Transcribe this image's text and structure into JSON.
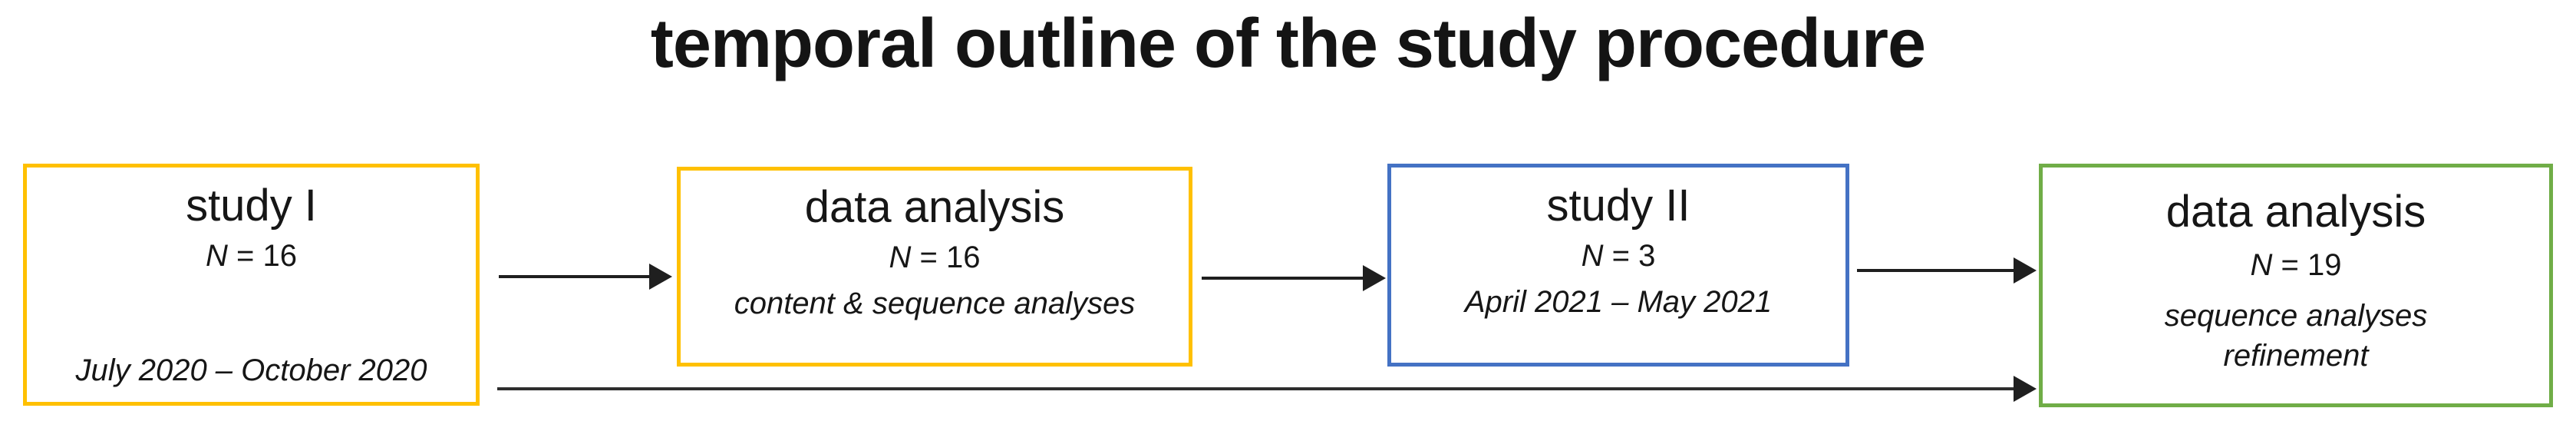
{
  "title": "temporal outline of the study procedure",
  "diagram": {
    "boxes": [
      {
        "id": "study-1",
        "heading": "study I",
        "n_symbol": "N",
        "n_rest": " = 16",
        "details": [
          "July 2020 – October 2020"
        ],
        "border_color": "#FFC000"
      },
      {
        "id": "data-analysis-1",
        "heading": "data analysis",
        "n_symbol": "N",
        "n_rest": " = 16",
        "details": [
          "content & sequence analyses"
        ],
        "border_color": "#FFC000"
      },
      {
        "id": "study-2",
        "heading": "study II",
        "n_symbol": "N",
        "n_rest": " = 3",
        "details": [
          "April 2021 – May 2021"
        ],
        "border_color": "#4472C4"
      },
      {
        "id": "data-analysis-2",
        "heading": "data analysis",
        "n_symbol": "N",
        "n_rest": " = 19",
        "details": [
          "sequence analyses",
          "refinement"
        ],
        "border_color": "#70AD47"
      }
    ],
    "connections": [
      {
        "from": "study-1",
        "to": "data-analysis-1"
      },
      {
        "from": "data-analysis-1",
        "to": "study-2"
      },
      {
        "from": "study-2",
        "to": "data-analysis-2"
      },
      {
        "from": "study-1",
        "to": "data-analysis-2"
      }
    ],
    "colors": {
      "gold_border": "#FFC000",
      "blue_border": "#4472C4",
      "green_border": "#70AD47",
      "arrow": "#1f1f1f",
      "text": "#161616",
      "background": "#ffffff"
    }
  }
}
